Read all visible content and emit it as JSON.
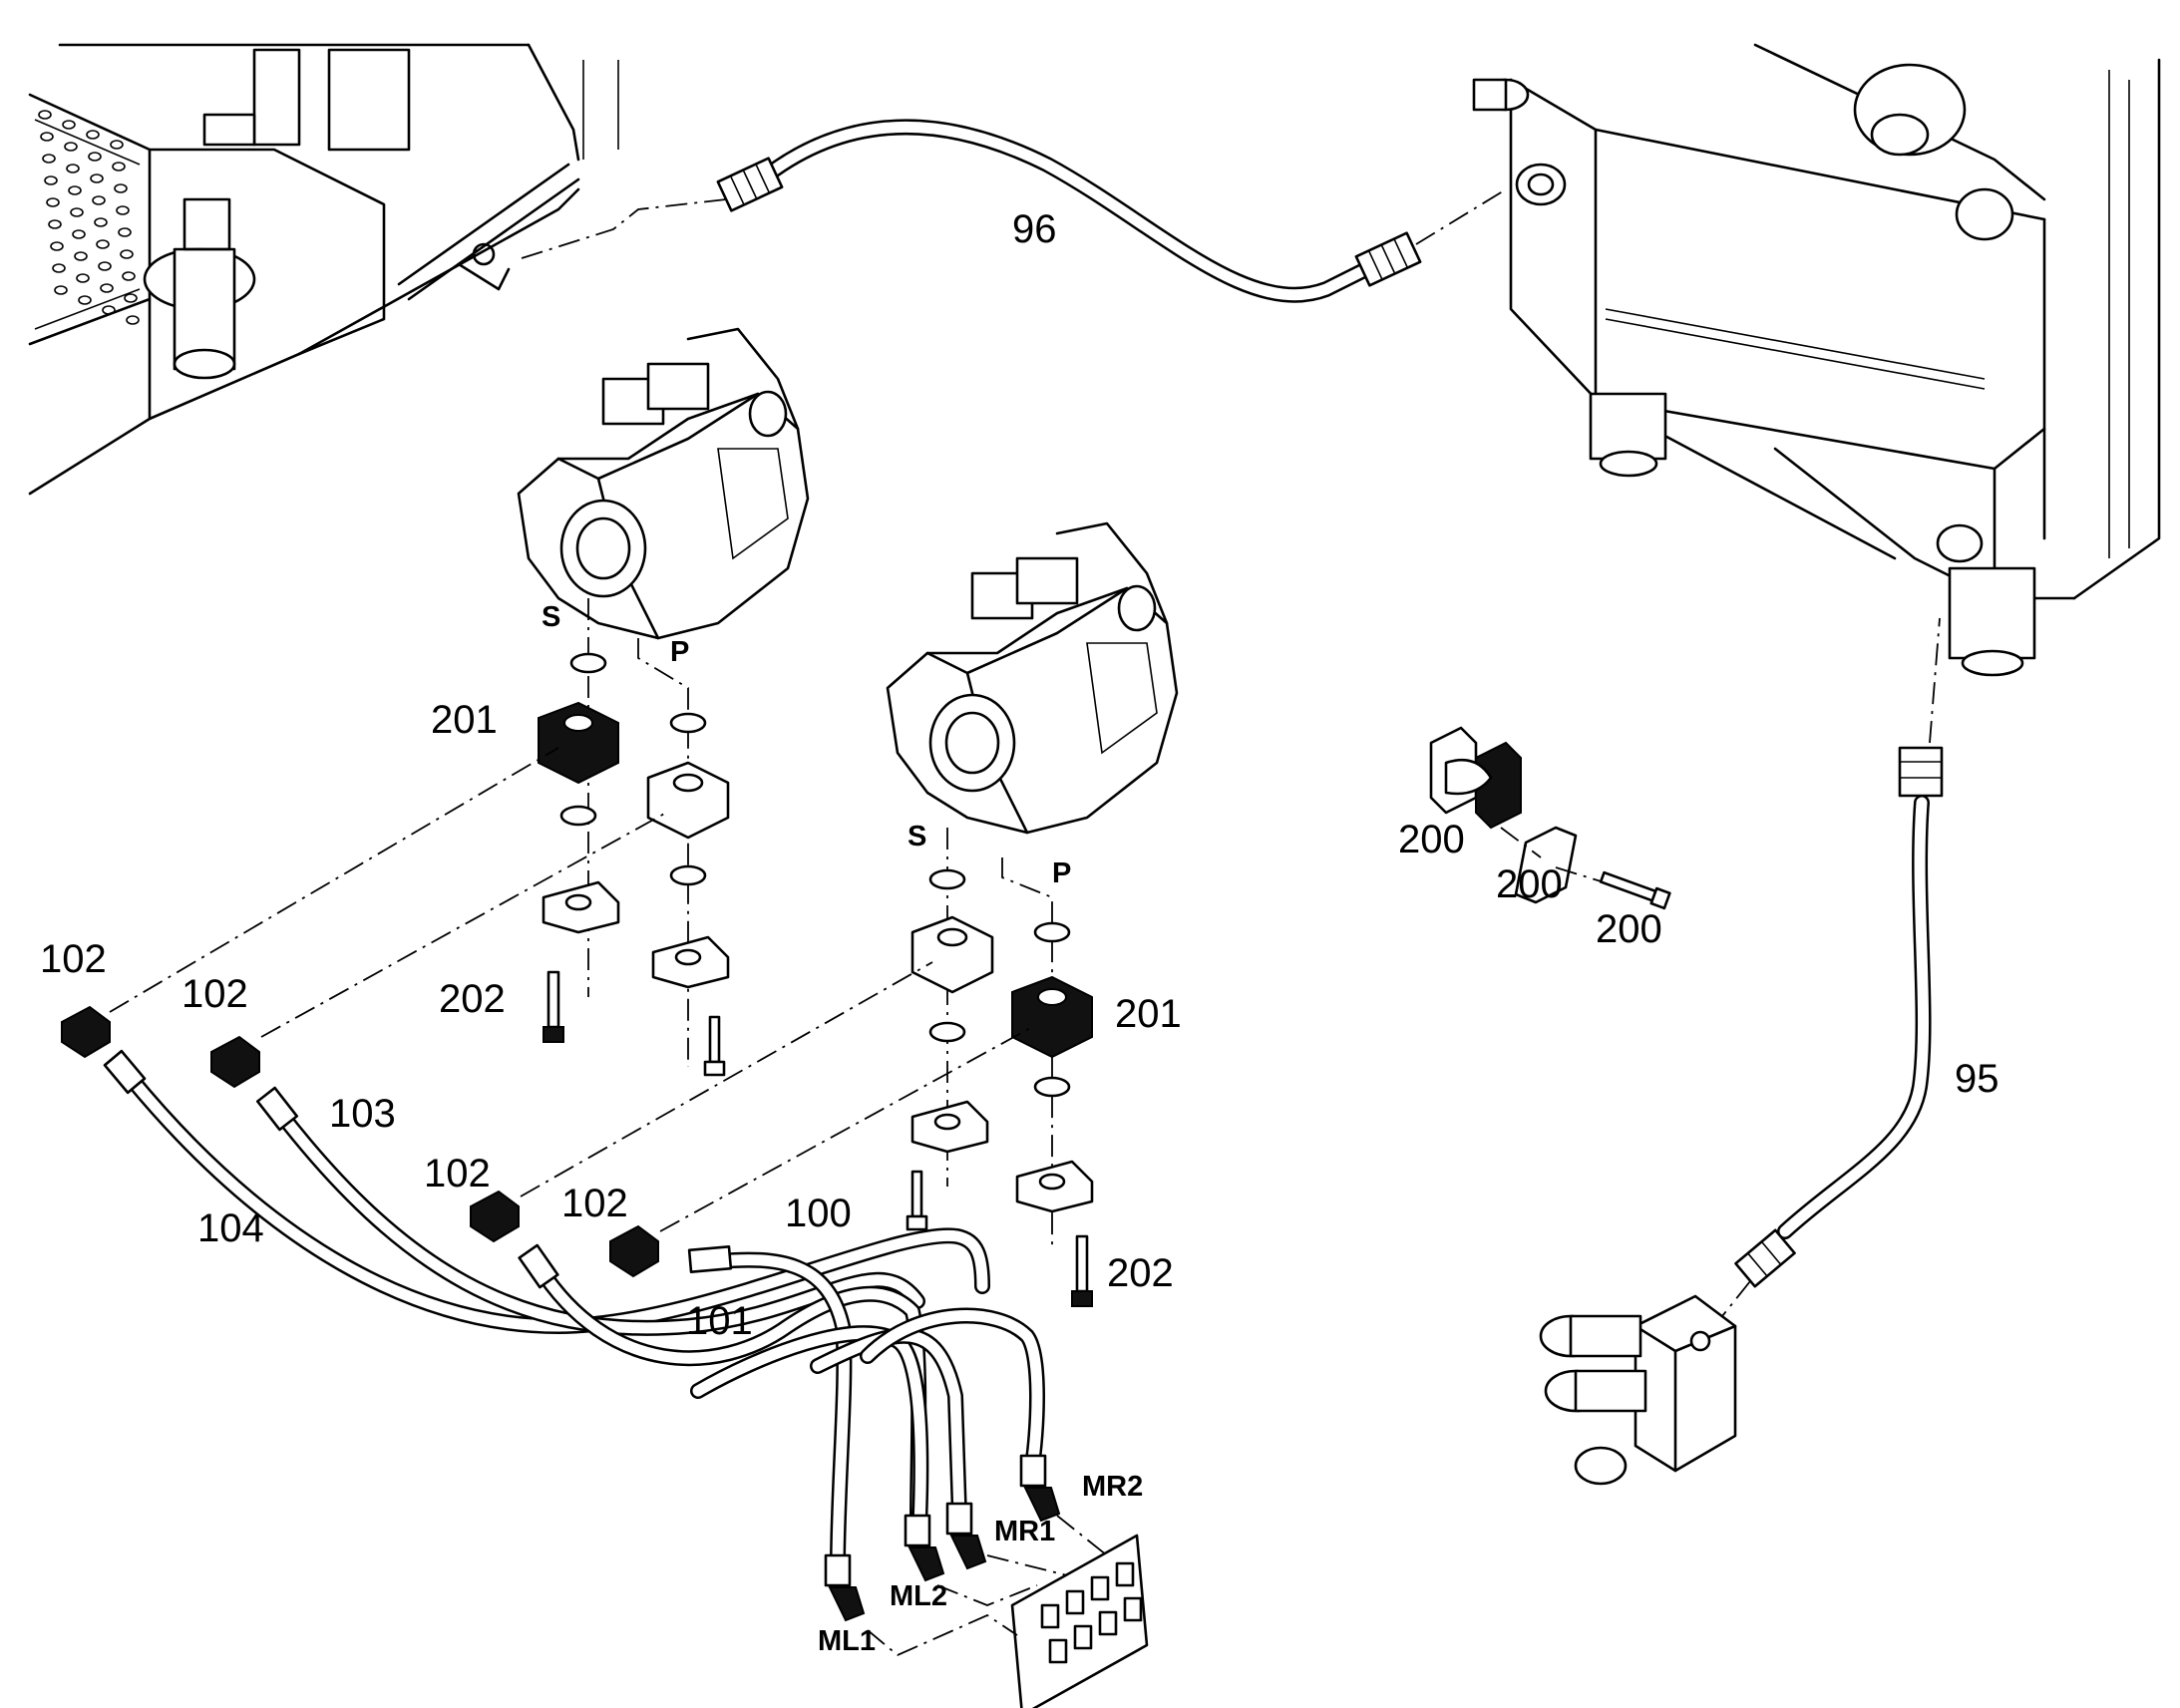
{
  "callouts": {
    "n96": "96",
    "n95": "95",
    "n201a": "201",
    "n201b": "201",
    "n200a": "200",
    "n200b": "200",
    "n200c": "200",
    "n202a": "202",
    "n202b": "202",
    "n102a": "102",
    "n102b": "102",
    "n102c": "102",
    "n102d": "102",
    "n103": "103",
    "n104": "104",
    "n100": "100",
    "n101": "101"
  },
  "port_labels": {
    "s1": "S",
    "p1": "P",
    "s2": "S",
    "p2": "P",
    "ml1": "ML1",
    "ml2": "ML2",
    "mr1": "MR1",
    "mr2": "MR2"
  }
}
